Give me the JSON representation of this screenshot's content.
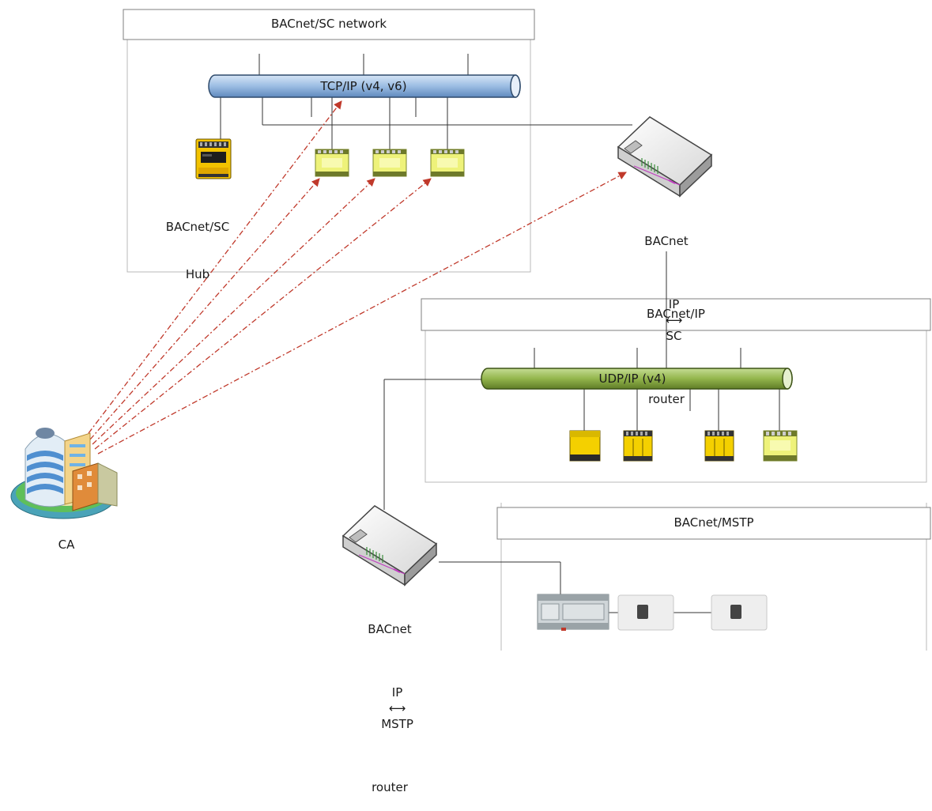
{
  "networks": {
    "sc": {
      "title": "BACnet/SC network",
      "bus": "TCP/IP (v4, v6)"
    },
    "ip": {
      "title": "BACnet/IP",
      "bus": "UDP/IP (v4)"
    },
    "mstp": {
      "title": "BACnet/MSTP"
    }
  },
  "devices": {
    "hub": {
      "line1": "BACnet/SC",
      "line2": "Hub"
    },
    "sc_router": {
      "line1": "BACnet",
      "line2": "IP",
      "line2b": "SC",
      "line3": "router"
    },
    "mstp_router": {
      "line1": "BACnet",
      "line2": "IP",
      "line2b": "MSTP",
      "line3": "router"
    },
    "ca": {
      "label": "CA"
    }
  },
  "colors": {
    "sc_bus": "#8fb4de",
    "ip_bus": "#8fb34a",
    "dash": "#c0392b",
    "device_yellow": "#f4d000",
    "device_lime": "#e8f07a"
  }
}
